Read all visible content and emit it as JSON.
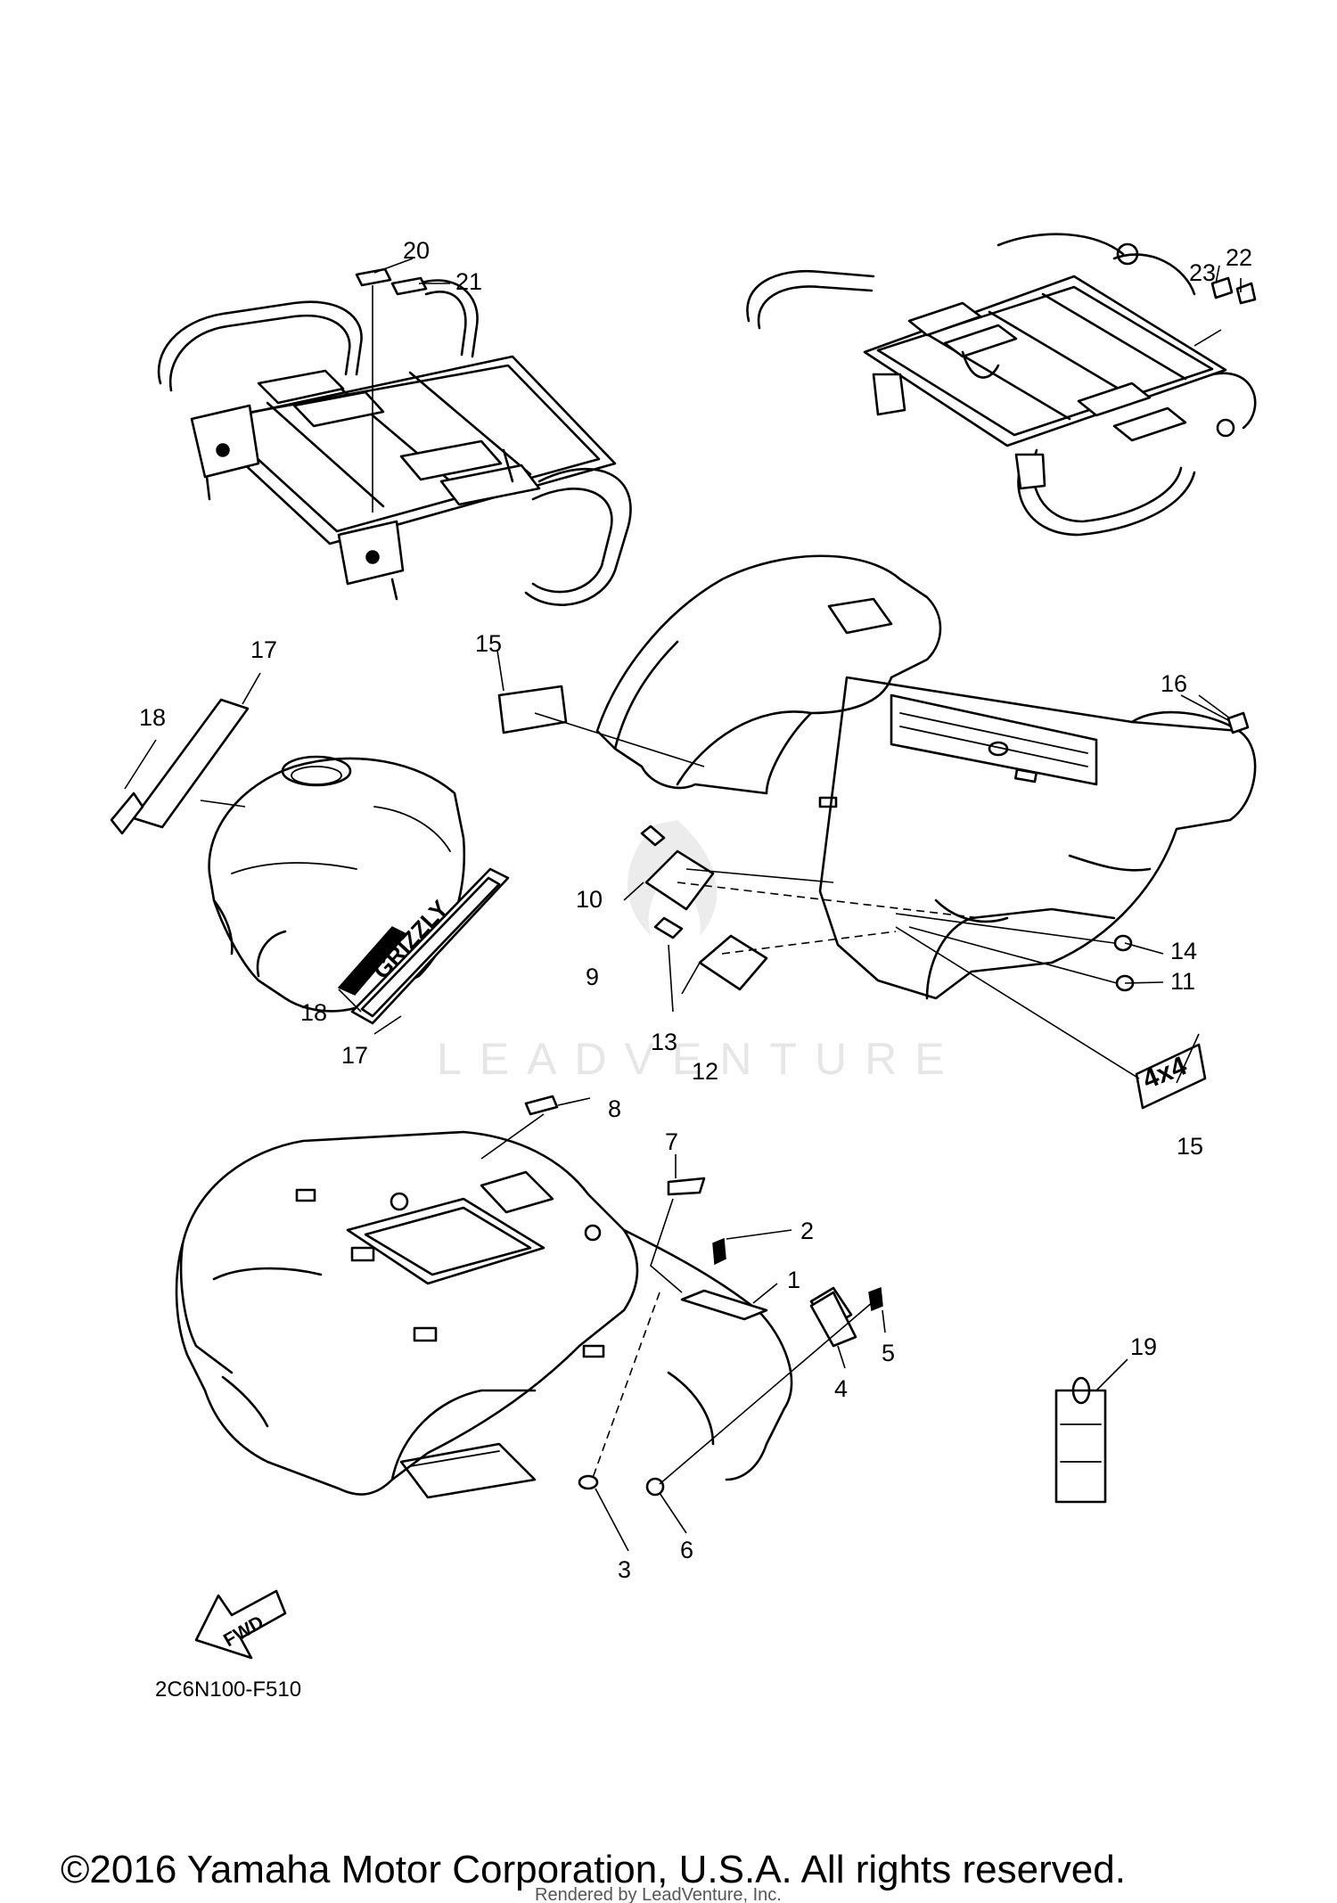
{
  "diagram": {
    "drawing_code": "2C6N100-F510",
    "fwd_arrow_label": "FWD",
    "watermark": "LEADVENTURE",
    "copyright": "©2016 Yamaha Motor Corporation, U.S.A. All rights reserved.",
    "rendered_by": "Rendered by LeadVenture, Inc."
  },
  "decals": {
    "grizzly": "GRIZZLY",
    "four_by_four": "4x4"
  },
  "callouts": [
    {
      "id": "c1",
      "label": "1"
    },
    {
      "id": "c2",
      "label": "2"
    },
    {
      "id": "c3",
      "label": "3"
    },
    {
      "id": "c4",
      "label": "4"
    },
    {
      "id": "c5",
      "label": "5"
    },
    {
      "id": "c6",
      "label": "6"
    },
    {
      "id": "c7",
      "label": "7"
    },
    {
      "id": "c8",
      "label": "8"
    },
    {
      "id": "c9",
      "label": "9"
    },
    {
      "id": "c10",
      "label": "10"
    },
    {
      "id": "c11",
      "label": "11"
    },
    {
      "id": "c12",
      "label": "12"
    },
    {
      "id": "c13",
      "label": "13"
    },
    {
      "id": "c14",
      "label": "14"
    },
    {
      "id": "c15a",
      "label": "15"
    },
    {
      "id": "c15b",
      "label": "15"
    },
    {
      "id": "c16",
      "label": "16"
    },
    {
      "id": "c17a",
      "label": "17"
    },
    {
      "id": "c17b",
      "label": "17"
    },
    {
      "id": "c18a",
      "label": "18"
    },
    {
      "id": "c18b",
      "label": "18"
    },
    {
      "id": "c19",
      "label": "19"
    },
    {
      "id": "c20",
      "label": "20"
    },
    {
      "id": "c21",
      "label": "21"
    },
    {
      "id": "c22",
      "label": "22"
    },
    {
      "id": "c23",
      "label": "23"
    }
  ]
}
